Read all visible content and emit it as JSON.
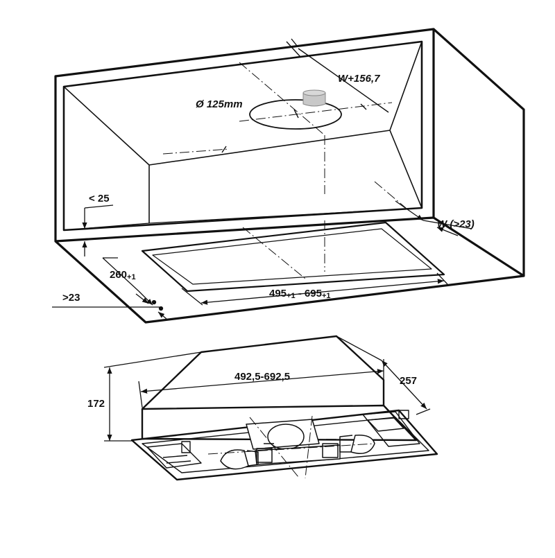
{
  "drawing": {
    "cabinet": {
      "duct_diameter": "Ø 125mm",
      "opening_offset": "W+156,7",
      "top_gap": "< 25",
      "side_gap": "W (>23)",
      "cutout_depth_main": "260",
      "cutout_depth_tol": "+1",
      "front_gap": ">23",
      "cutout_width_min": "495",
      "cutout_width_min_tol": "+1",
      "cutout_width_sep": " - ",
      "cutout_width_max": "695",
      "cutout_width_max_tol": "+1"
    },
    "hood": {
      "width": "492,5-692,5",
      "height": "172",
      "depth": "257"
    }
  },
  "colors": {
    "line": "#111111",
    "duct": "#c8c8c8",
    "background": "#ffffff"
  }
}
